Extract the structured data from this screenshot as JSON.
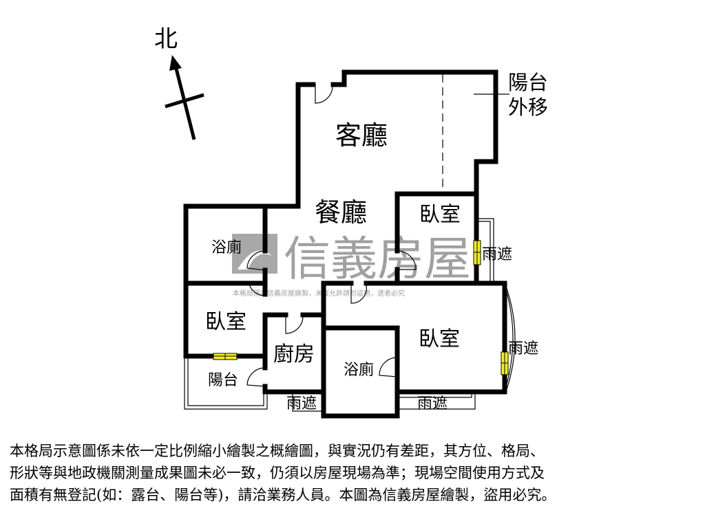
{
  "compass": {
    "label": "北"
  },
  "rooms": {
    "living_room": "客廳",
    "dining_room": "餐廳",
    "bathroom_left": "浴廁",
    "bathroom_center": "浴廁",
    "bedroom_upper": "臥室",
    "bedroom_left": "臥室",
    "bedroom_lower_right": "臥室",
    "kitchen": "廚房",
    "balcony": "陽台",
    "rain_cover_right_upper": "雨遮",
    "rain_cover_right_lower": "雨遮",
    "rain_cover_bottom_left": "雨遮",
    "rain_cover_bottom_right": "雨遮"
  },
  "annotation": {
    "line1": "陽台",
    "line2": "外移"
  },
  "watermark": {
    "brand": "信義房屋",
    "notice": "本格局圖為信義房屋繪製，未經允許請勿盜用，違者必究"
  },
  "colors": {
    "wall": "#000000",
    "window": "#f5f01e",
    "watermark": "#a0a0a0"
  },
  "disclaimer": {
    "lines": [
      "本格局示意圖係未依一定比例縮小繪製之概繪圖，與實況仍有差距，其方位、格局、",
      "形狀等與地政機關測量成果圖未必一致，仍須以房屋現場為準；現場空間使用方式及",
      "面積有無登記(如：露台、陽台等)，請洽業務人員。本圖為信義房屋繪製，盜用必究。"
    ]
  }
}
